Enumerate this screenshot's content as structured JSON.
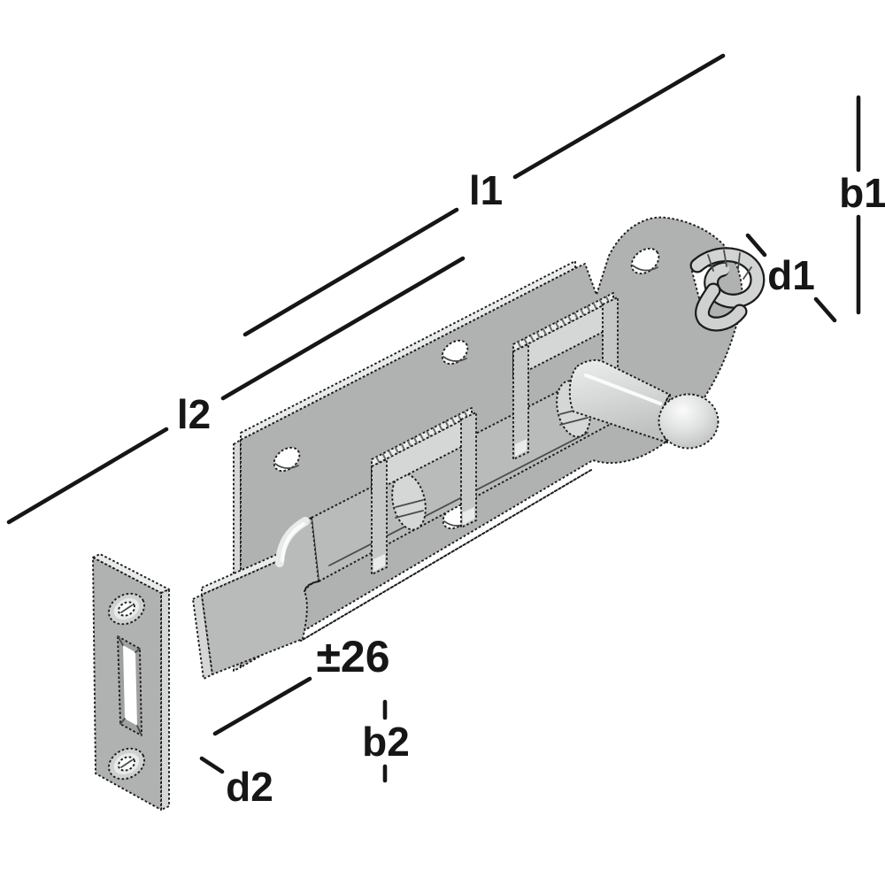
{
  "figure": {
    "description": "Isometric technical line drawing of a sliding door bolt (padbolt) with hook catch and a separate strike plate, annotated with dimension reference labels.",
    "style": "grayscale engineering illustration with stippled outlines on white background"
  },
  "labels": {
    "l1": "l1",
    "l2": "l2",
    "b1": "b1",
    "d1": "d1",
    "travel": "±26",
    "b2": "b2",
    "d2": "d2"
  },
  "colors": {
    "background": "#ffffff",
    "outline": "#1c1c1c",
    "label_text": "#161616",
    "metal_face": "#afb2b1",
    "metal_bar": "#b9bbba",
    "metal_light": "#d5d7d6",
    "metal_lighter": "#e9eaea",
    "metal_shadow": "#9fa1a0",
    "knob_highlight": "#fafbfa"
  }
}
